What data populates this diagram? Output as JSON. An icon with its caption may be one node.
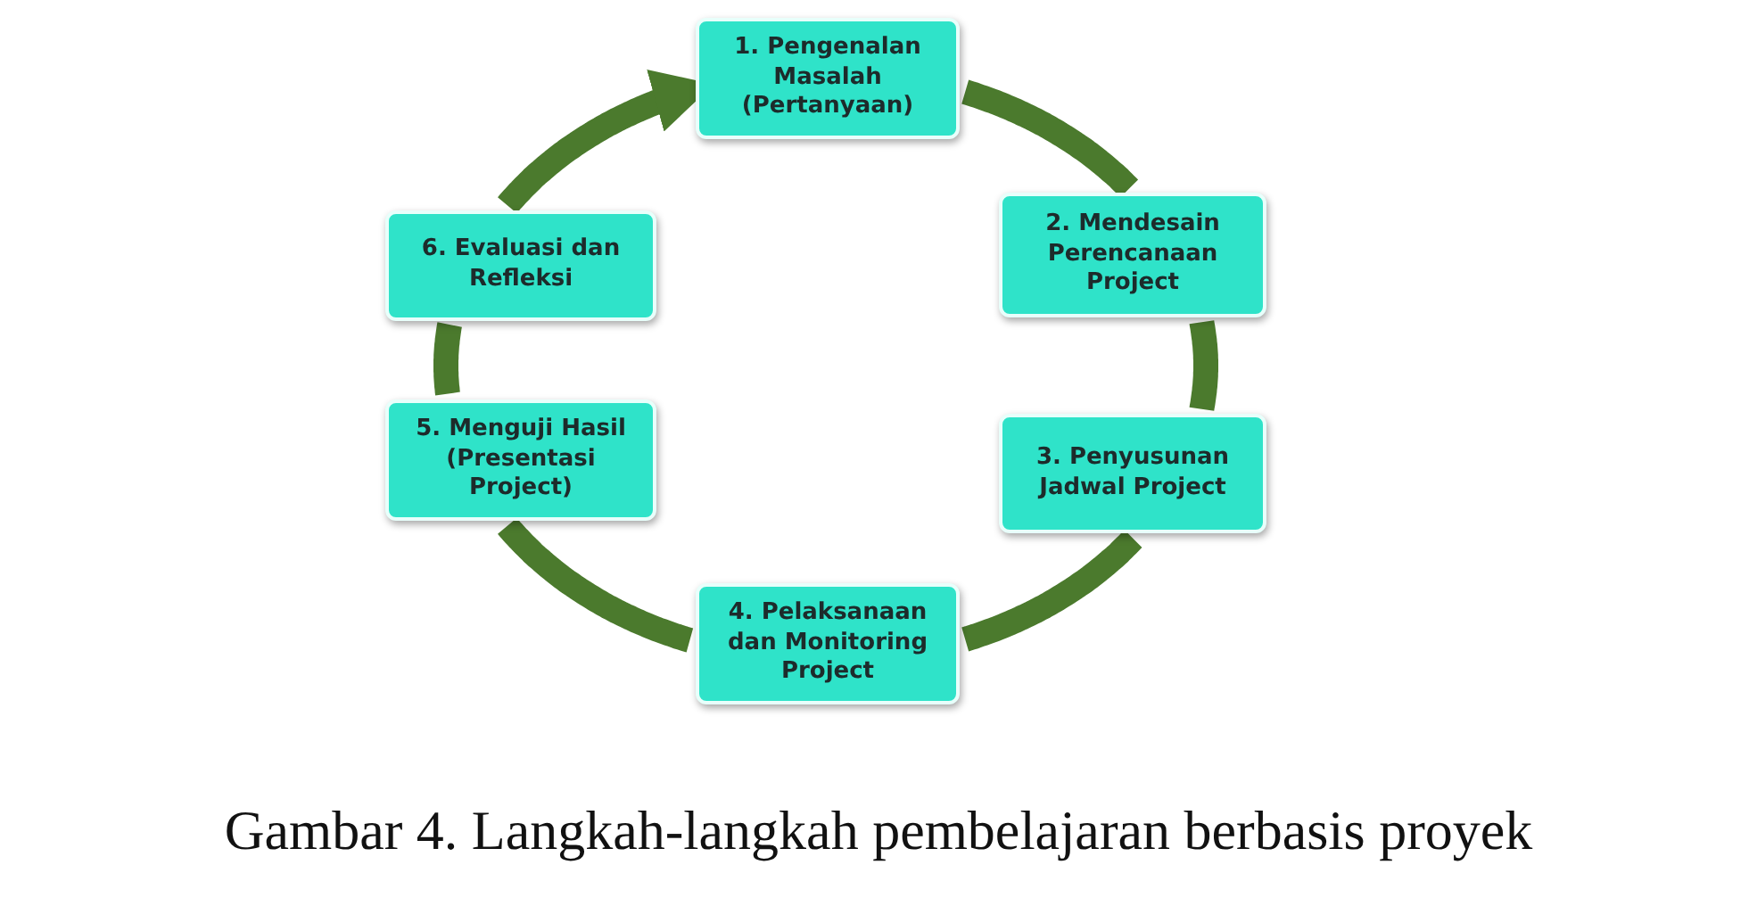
{
  "diagram": {
    "caption": "Gambar 4. Langkah-langkah pembelajaran berbasis proyek",
    "nodes": [
      {
        "text": [
          "1. Pengenalan Masalah (Pertanyaan)"
        ]
      },
      {
        "text": [
          "2. Mendesain Perencanaan Project"
        ]
      },
      {
        "text": [
          "3. Penyusunan Jadwal Project"
        ]
      },
      {
        "text": [
          "4. Pelaksanaan dan Monitoring Project"
        ]
      },
      {
        "text": [
          "5. Menguji Hasil (Presentasi Project)"
        ]
      },
      {
        "text": [
          "6. Evaluasi dan Refleksi"
        ]
      }
    ],
    "edges": [
      {
        "from": 0,
        "to": 1,
        "arrow": "none"
      },
      {
        "from": 1,
        "to": 2,
        "arrow": "none"
      },
      {
        "from": 2,
        "to": 3,
        "arrow": "none"
      },
      {
        "from": 3,
        "to": 4,
        "arrow": "none"
      },
      {
        "from": 4,
        "to": 5,
        "arrow": "none"
      },
      {
        "from": 5,
        "to": 0,
        "arrow": "to"
      }
    ]
  }
}
